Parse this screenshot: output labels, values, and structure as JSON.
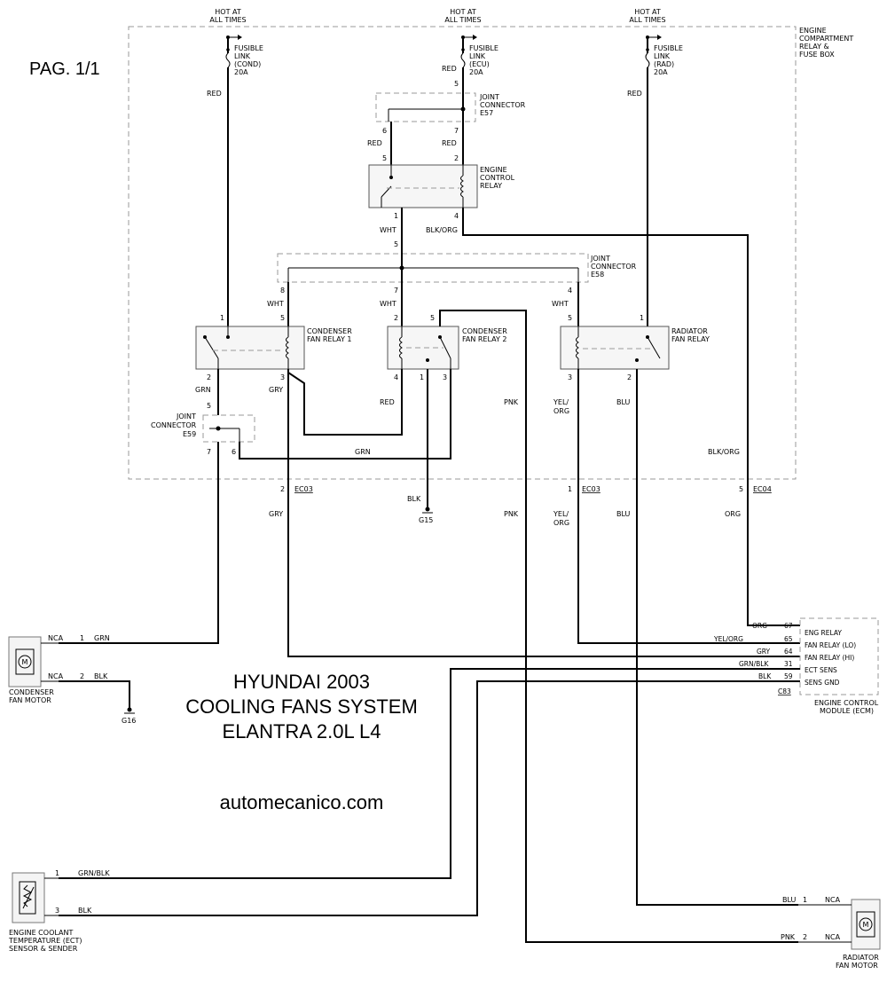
{
  "page_label": "PAG. 1/1",
  "title": {
    "line1": "HYUNDAI 2003",
    "line2": "COOLING FANS SYSTEM",
    "line3": "ELANTRA 2.0L L4"
  },
  "website": "automecanico.com",
  "power_sources": [
    {
      "line1": "HOT AT",
      "line2": "ALL TIMES"
    },
    {
      "line1": "HOT AT",
      "line2": "ALL TIMES"
    },
    {
      "line1": "HOT AT",
      "line2": "ALL TIMES"
    }
  ],
  "fuses": [
    {
      "l1": "FUSIBLE",
      "l2": "LINK",
      "l3": "(COND)",
      "l4": "20A"
    },
    {
      "l1": "FUSIBLE",
      "l2": "LINK",
      "l3": "(ECU)",
      "l4": "20A"
    },
    {
      "l1": "FUSIBLE",
      "l2": "LINK",
      "l3": "(RAD)",
      "l4": "20A"
    }
  ],
  "engine_box": {
    "l1": "ENGINE",
    "l2": "COMPARTMENT",
    "l3": "RELAY &",
    "l4": "FUSE BOX"
  },
  "joint_e57": {
    "l1": "JOINT",
    "l2": "CONNECTOR",
    "l3": "E57"
  },
  "joint_e58": {
    "l1": "JOINT",
    "l2": "CONNECTOR",
    "l3": "E58"
  },
  "joint_e59": {
    "l1": "JOINT",
    "l2": "CONNECTOR",
    "l3": "E59"
  },
  "engine_relay": {
    "l1": "ENGINE",
    "l2": "CONTROL",
    "l3": "RELAY"
  },
  "cond_relay1": {
    "l1": "CONDENSER",
    "l2": "FAN RELAY 1"
  },
  "cond_relay2": {
    "l1": "CONDENSER",
    "l2": "FAN RELAY 2"
  },
  "rad_relay": {
    "l1": "RADIATOR",
    "l2": "FAN RELAY"
  },
  "wires": {
    "red": "RED",
    "wht": "WHT",
    "blk_org": "BLK/ORG",
    "grn": "GRN",
    "gry": "GRY",
    "pnk": "PNK",
    "yel": "YEL/",
    "org_part": "ORG",
    "blu": "BLU",
    "org": "ORG",
    "blk": "BLK",
    "grn_blk": "GRN/BLK",
    "nca": "NCA"
  },
  "pins": {
    "p1": "1",
    "p2": "2",
    "p3": "3",
    "p4": "4",
    "p5": "5",
    "p6": "6",
    "p7": "7",
    "p8": "8"
  },
  "connectors": {
    "ec03": "EC03",
    "ec04": "EC04",
    "c83": "C83"
  },
  "grounds": {
    "g15": "G15",
    "g16": "G16"
  },
  "ecm": {
    "label1": "ENGINE CONTROL",
    "label2": "MODULE (ECM)",
    "rows": [
      {
        "wire": "ORG",
        "pin": "67",
        "name": "ENG RELAY"
      },
      {
        "wire": "YEL/ORG",
        "pin": "65",
        "name": "FAN RELAY (LO)"
      },
      {
        "wire": "GRY",
        "pin": "64",
        "name": "FAN RELAY (HI)"
      },
      {
        "wire": "GRN/BLK",
        "pin": "31",
        "name": "ECT SENS"
      },
      {
        "wire": "BLK",
        "pin": "59",
        "name": "SENS GND"
      }
    ]
  },
  "cond_motor": {
    "l1": "CONDENSER",
    "l2": "FAN MOTOR"
  },
  "rad_motor": {
    "l1": "RADIATOR",
    "l2": "FAN MOTOR"
  },
  "ect": {
    "l1": "ENGINE COOLANT",
    "l2": "TEMPERATURE (ECT)",
    "l3": "SENSOR & SENDER"
  },
  "motor_glyph": "M"
}
